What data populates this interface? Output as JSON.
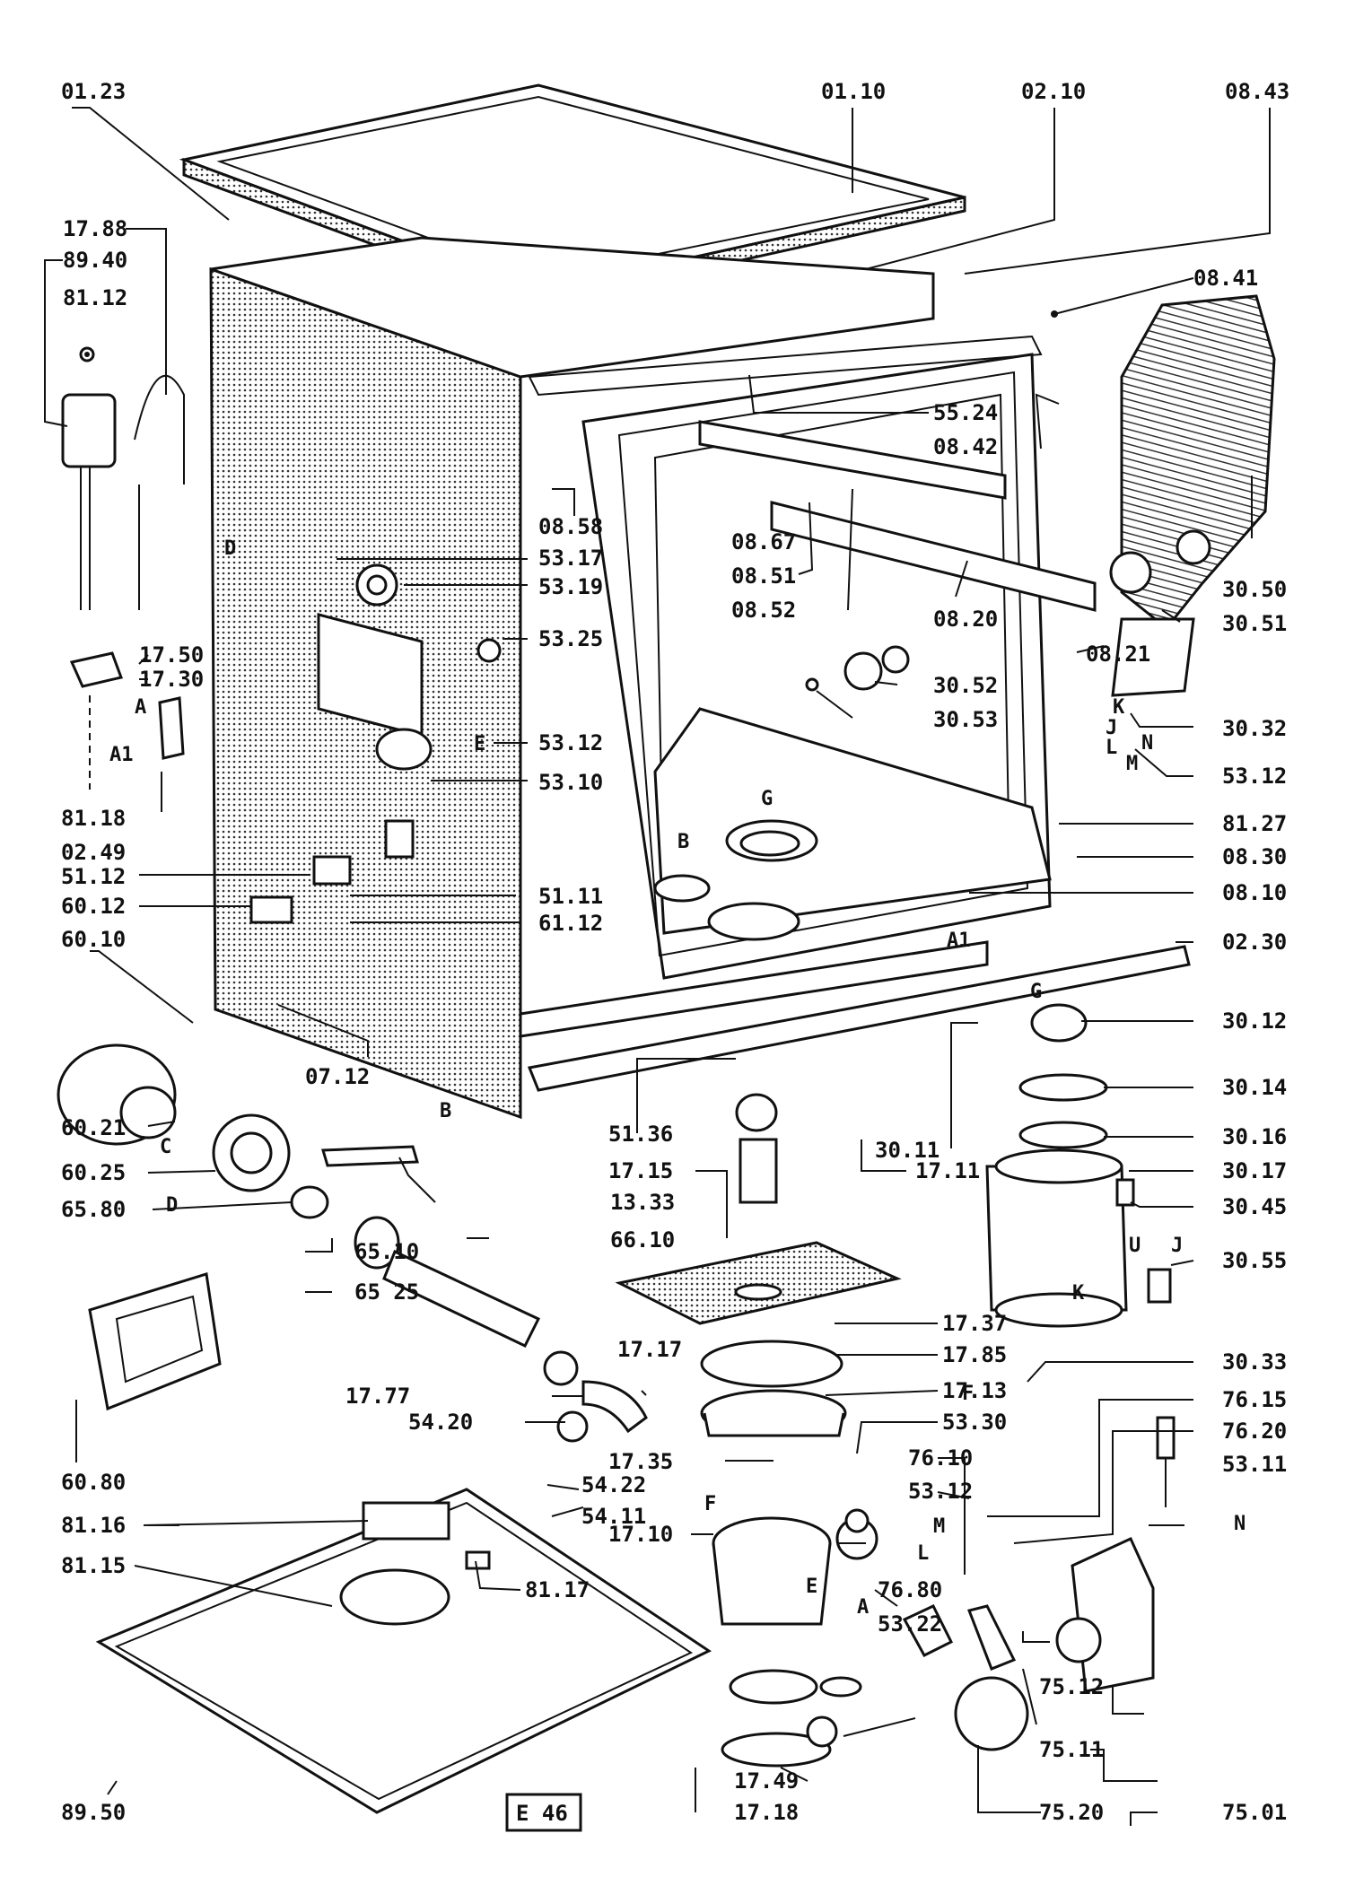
{
  "diagram_code": "E 46",
  "labels": {
    "l0123": "01.23",
    "l0110": "01.10",
    "l0210": "02.10",
    "l0843": "08.43",
    "l0841": "08.41",
    "l1788": "17.88",
    "l8940": "89.40",
    "l8112": "81.12",
    "l5524": "55.24",
    "l0842": "08.42",
    "l0858": "08.58",
    "l5317": "53.17",
    "l5319": "53.19",
    "l0867": "08.67",
    "l0851": "08.51",
    "l0852": "08.52",
    "l0820": "08.20",
    "l3050": "30.50",
    "l3051": "30.51",
    "l0821": "08.21",
    "l5325": "53.25",
    "l1750": "17.50",
    "l1730": "17.30",
    "l3052": "30.52",
    "l3053": "30.53",
    "l3032": "30.32",
    "l5312a": "53.12",
    "l5312b": "53.12",
    "l5310": "53.10",
    "l8118": "81.18",
    "l0249": "02.49",
    "l8127": "81.27",
    "l0830": "08.30",
    "l5112": "51.12",
    "l5111": "51.11",
    "l0810": "08.10",
    "l6012": "60.12",
    "l6112": "61.12",
    "l6010": "60.10",
    "l0230": "02.30",
    "l3012": "30.12",
    "l0712": "07.12",
    "l3014": "30.14",
    "l6021": "60.21",
    "l5136": "51.36",
    "l3011": "30.11",
    "l3016": "30.16",
    "l6025": "60.25",
    "l1715": "17.15",
    "l1711": "17.11",
    "l3017": "30.17",
    "l1333": "13.33",
    "l3045": "30.45",
    "l6580": "65.80",
    "l6610": "66.10",
    "l3055": "30.55",
    "l6510": "65.10",
    "l6525": "65 25",
    "l1737": "17.37",
    "l1785": "17.85",
    "l1717": "17.17",
    "l1777": "17.77",
    "l3033": "30.33",
    "l1713": "17.13",
    "l7615": "76.15",
    "l5420": "54.20",
    "l5330": "53.30",
    "l7620": "76.20",
    "l6080": "60.80",
    "l1735": "17.35",
    "l7610": "76.10",
    "l5311": "53.11",
    "l5422": "54.22",
    "l5312c": "53.12",
    "l8116": "81.16",
    "l5411": "54.11",
    "l1710": "17.10",
    "l8115": "81.15",
    "l8117": "81.17",
    "l7680": "76.80",
    "l5322": "53.22",
    "l7512": "75.12",
    "l1749": "17.49",
    "l7511": "75.11",
    "l8950": "89.50",
    "l1718": "17.18",
    "l7520": "75.20",
    "l7501": "75.01"
  },
  "letters": {
    "D1": "D",
    "E1": "E",
    "G1": "G",
    "B1": "B",
    "A1": "A",
    "A1sub": "A1",
    "A2sub": "A1",
    "G2": "G",
    "B2": "B",
    "C1": "C",
    "D2": "D",
    "K1": "K",
    "J1": "J",
    "L1": "L",
    "M1": "M",
    "N1": "N",
    "U1": "U",
    "J2": "J",
    "K2": "K",
    "F1": "F",
    "F2": "F",
    "M2": "M",
    "L2": "L",
    "E2": "E",
    "A2": "A",
    "N2": "N"
  }
}
